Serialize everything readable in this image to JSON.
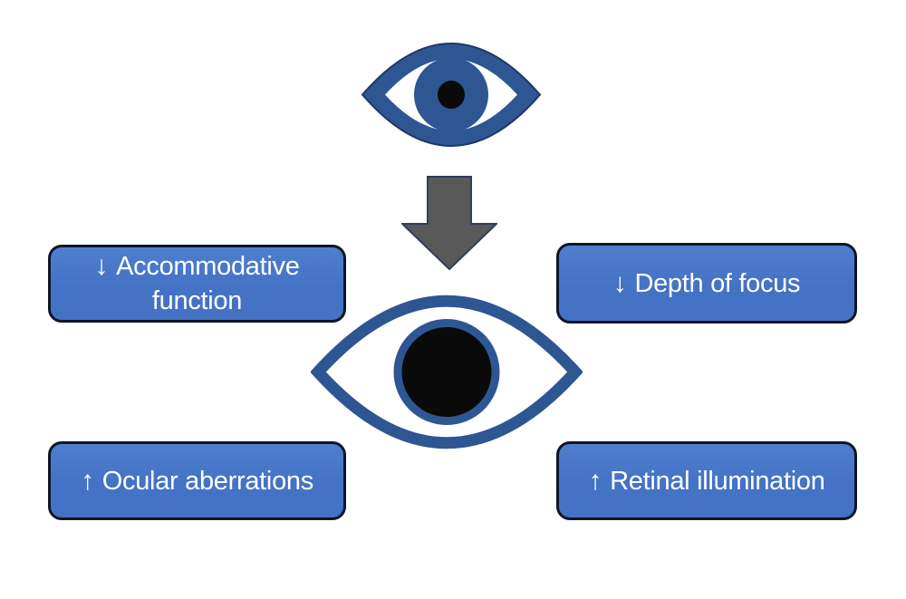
{
  "diagram": {
    "description": "Effects of pupil dilation diagram",
    "icons": {
      "top_eye": "eye-small-pupil-icon",
      "arrow": "down-arrow-icon",
      "bottom_eye": "eye-dilated-pupil-icon"
    },
    "boxes": [
      {
        "arrow": "↓",
        "label": "Accommodative function",
        "position": "top-left"
      },
      {
        "arrow": "↓",
        "label": "Depth of focus",
        "position": "top-right"
      },
      {
        "arrow": "↑",
        "label": "Ocular aberrations",
        "position": "bottom-left"
      },
      {
        "arrow": "↑",
        "label": "Retinal illumination",
        "position": "bottom-right"
      }
    ],
    "colors": {
      "box_fill": "#4472C4",
      "box_border": "#0E1626",
      "eye_blue": "#2E5693",
      "eye_outline": "#1F3864",
      "arrow_gray": "#595959",
      "arrow_outline": "#2F3E5C",
      "pupil_black": "#0A0A0A",
      "text": "#FFFFFF",
      "background": "#FFFFFF"
    }
  }
}
